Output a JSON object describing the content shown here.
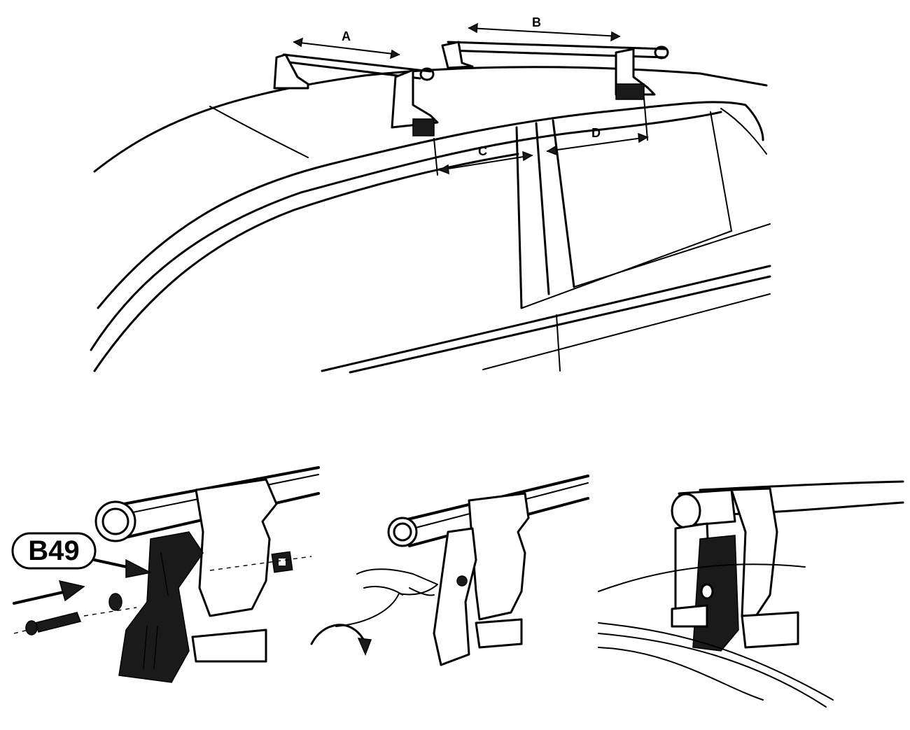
{
  "dimension_labels": {
    "a": "A",
    "b": "B",
    "c": "C",
    "d": "D"
  },
  "part_code": "B49"
}
